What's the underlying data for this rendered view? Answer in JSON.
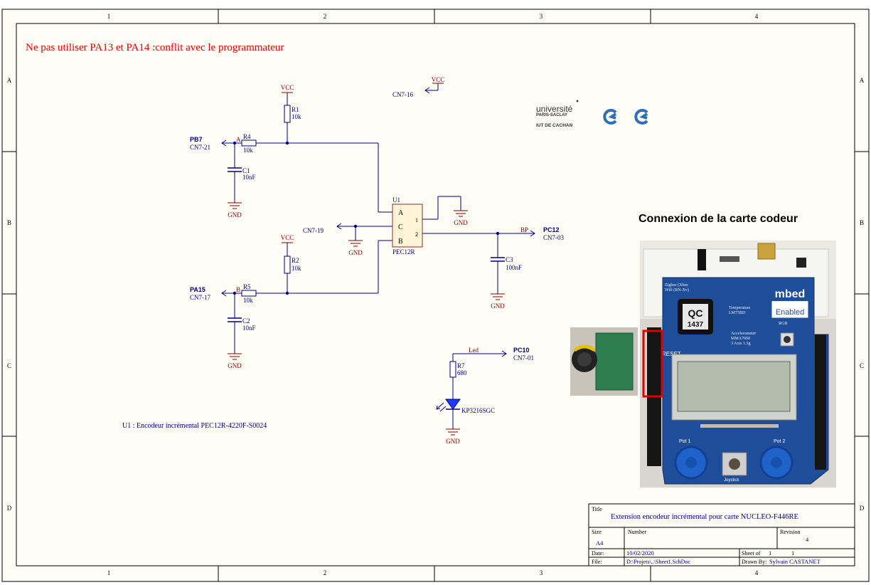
{
  "frame": {
    "columns": [
      "1",
      "2",
      "3",
      "4"
    ],
    "rows": [
      "A",
      "B",
      "C",
      "D"
    ]
  },
  "warning": "Ne pas utiliser PA13 et PA14 :conflit avec le programmateur",
  "power": {
    "vcc": "VCC",
    "gnd": "GND"
  },
  "nets": {
    "a": "A",
    "b": "B",
    "bp": "BP",
    "led": "Led"
  },
  "ports": {
    "pb7": {
      "name": "PB7",
      "pin": "CN7-21"
    },
    "pa15": {
      "name": "PA15",
      "pin": "CN7-17"
    },
    "pc12": {
      "name": "PC12",
      "pin": "CN7-03"
    },
    "pc10": {
      "name": "PC10",
      "pin": "CN7-01"
    },
    "cn7_16": "CN7-16",
    "cn7_19": "CN7-19"
  },
  "components": {
    "r1": {
      "ref": "R1",
      "value": "10k"
    },
    "r2": {
      "ref": "R2",
      "value": "10k"
    },
    "r4": {
      "ref": "R4",
      "value": "10k"
    },
    "r5": {
      "ref": "R5",
      "value": "10k"
    },
    "r7": {
      "ref": "R7",
      "value": "680"
    },
    "c1": {
      "ref": "C1",
      "value": "10nF"
    },
    "c2": {
      "ref": "C2",
      "value": "10nF"
    },
    "c3": {
      "ref": "C3",
      "value": "100nF"
    },
    "led": {
      "value": "KP3216SGC"
    },
    "u1": {
      "ref": "U1",
      "value": "PEC12R",
      "pin_a": "A",
      "pin_c": "C",
      "pin_b": "B",
      "pin_1": "1",
      "pin_2": "2"
    }
  },
  "note": "U1 : Encodeur incrémental PEC12R-4220F-S0024",
  "logo": {
    "line1": "université",
    "line2": "PARIS-SACLAY",
    "line3": "IUT DE CACHAN"
  },
  "photo": {
    "title": "Connexion de la carte codeur",
    "board_labels": {
      "qc": "QC",
      "qc_num": "1437",
      "mbed": "mbed",
      "enabled": "Enabled",
      "reset": "RESET",
      "pot1": "Pot 1",
      "pot2": "Pot 2",
      "joystick": "Joystick",
      "temperature": "Temperature",
      "temp_chip": "LM75BD",
      "accel": "Accelerometer",
      "accel_chip": "MMA7660",
      "accel_range": "3 Axis 1.5g",
      "zigbee": "Zigbee (Xbee",
      "wifi": "Wifi (RN-Xv)",
      "rgb": "RGB"
    }
  },
  "title_block": {
    "title_label": "Title",
    "title": "Extension encodeur incrémental pour carte NUCLEO-F446RE",
    "size_label": "Size",
    "size": "A4",
    "number_label": "Number",
    "revision_label": "Revision",
    "revision": "4",
    "date_label": "Date:",
    "date": "10/02/2020",
    "sheet_label": "Sheet   of",
    "sheet_num": "1",
    "sheet_total": "1",
    "file_label": "File:",
    "file": "D:\\Projets\\..\\Sheet1.SchDoc",
    "drawn_label": "Drawn By:",
    "drawn_by": "Sylvain CASTANET"
  },
  "colors": {
    "paper": "#fefdf5",
    "wire": "#000080",
    "power": "#800000",
    "warning": "#e00000",
    "component_fill": "#fff5d6",
    "board_blue": "#1e4d9a"
  }
}
